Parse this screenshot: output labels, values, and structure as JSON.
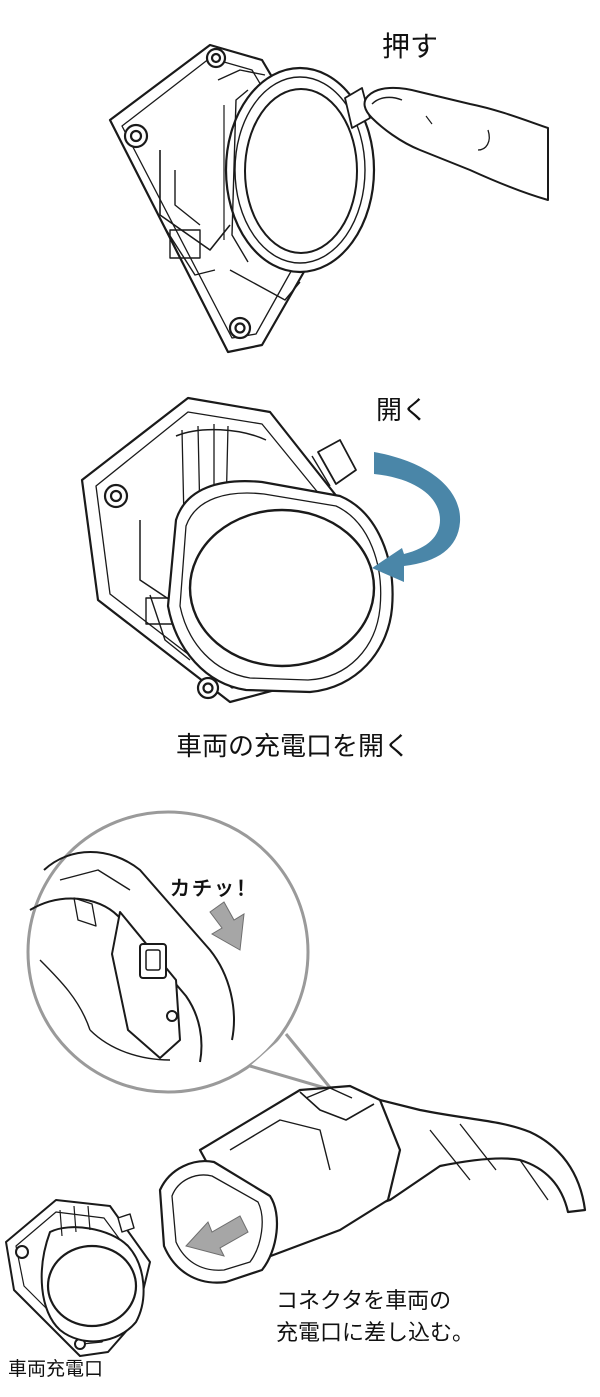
{
  "labels": {
    "push": "押す",
    "open": "開く",
    "caption": "車両の充電口を開く",
    "click": "カチッ！",
    "insert_line1": "コネクタを車両の",
    "insert_line2": "充電口に差し込む。",
    "inlet": "車両充電口"
  },
  "colors": {
    "arrow_blue": "#4a86a8",
    "arrow_gray": "#a6a6a6",
    "line": "#1a1a1a",
    "zoom_circle": "#9a9a9a"
  },
  "icons": [
    "finger-icon",
    "curved-arrow-icon",
    "down-arrow-icon",
    "insert-arrow-icon"
  ]
}
